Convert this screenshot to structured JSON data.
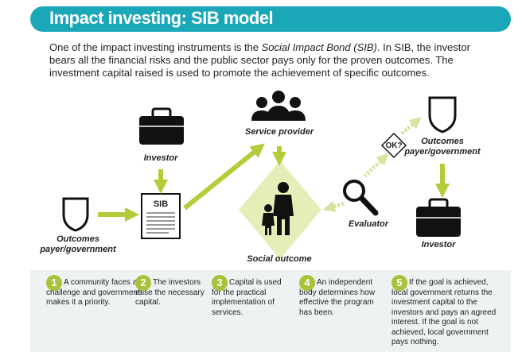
{
  "title": "Impact investing: SIB model",
  "intro": {
    "before": "One of the impact investing instruments is the ",
    "emphasis": "Social Impact Bond (SIB)",
    "after": ". In SIB, the investor bears all the financial risks and the public sector pays only for the proven outcomes. The investment capital raised is used to promote the achievement of specific outcomes."
  },
  "nodes": {
    "investor_top": "Investor",
    "sib": "SIB",
    "outcomes_left_line1": "Outcomes",
    "outcomes_left_line2": "payer/government",
    "service_provider": "Service provider",
    "social_outcome": "Social outcome",
    "evaluator": "Evaluator",
    "ok": "OK?",
    "outcomes_right_line1": "Outcomes",
    "outcomes_right_line2": "payer/government",
    "investor_bottom": "Investor"
  },
  "steps": [
    {
      "num": "1",
      "text": "A community faces a challenge and government makes it a priority."
    },
    {
      "num": "2",
      "text": "The investors raise the necessary capital."
    },
    {
      "num": "3",
      "text": "Capital is used for the practical implementation of services."
    },
    {
      "num": "4",
      "text": "An independent body determines how effective the program has been."
    },
    {
      "num": "5",
      "text": "If the goal is achieved, local government returns the investment capital to the investors and pays an agreed interest. If the goal is not achieved, local government pays nothing."
    }
  ],
  "colors": {
    "title_bar": "#1aa7b8",
    "arrow_green": "#b5cc3a",
    "diamond_fill": "#e6edb8",
    "dotted_arrow": "#d7e3a0",
    "step_circle": "#a8c23a",
    "footer_bg": "#eef2f3"
  }
}
